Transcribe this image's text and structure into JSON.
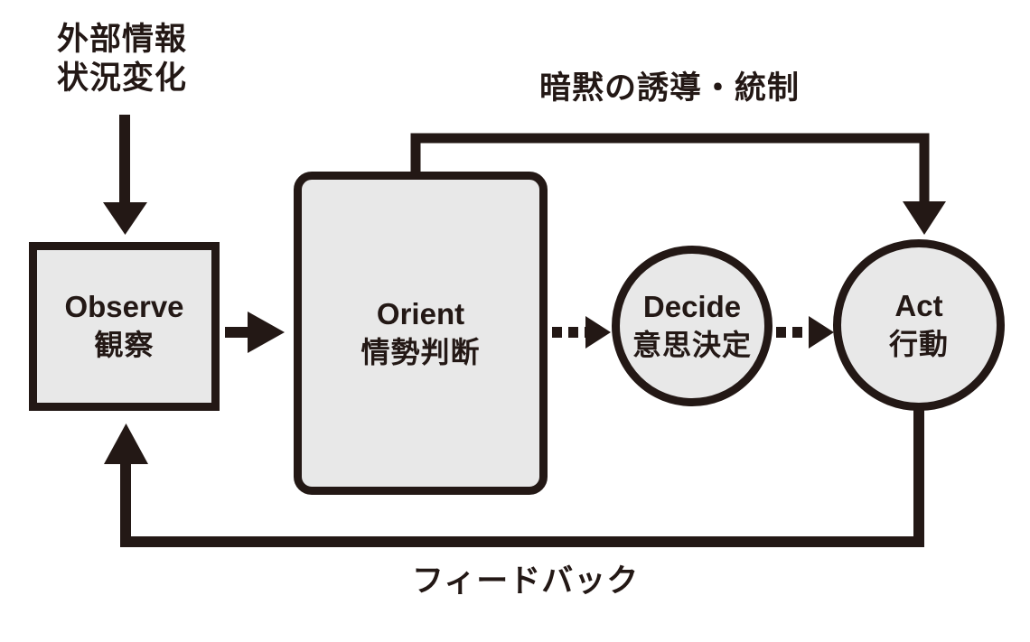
{
  "diagram": {
    "type": "flow-diagram",
    "colors": {
      "line": "#231815",
      "fill": "#e8e8e8",
      "background": "#ffffff"
    },
    "external_note": {
      "line1": "外部情報",
      "line2": "状況変化"
    },
    "nodes": {
      "observe": {
        "en": "Observe",
        "ja": "観察",
        "shape": "square"
      },
      "orient": {
        "en": "Orient",
        "ja": "情勢判断",
        "shape": "rounded-rectangle"
      },
      "decide": {
        "en": "Decide",
        "ja": "意思決定",
        "shape": "circle"
      },
      "act": {
        "en": "Act",
        "ja": "行動",
        "shape": "circle"
      }
    },
    "edge_labels": {
      "implicit_guidance": "暗黙の誘導・統制",
      "feedback": "フィードバック"
    },
    "connections": [
      {
        "from": "external-information",
        "to": "observe",
        "style": "solid-arrow"
      },
      {
        "from": "observe",
        "to": "orient",
        "style": "solid-arrow"
      },
      {
        "from": "orient",
        "to": "decide",
        "style": "dotted-arrow"
      },
      {
        "from": "decide",
        "to": "act",
        "style": "dotted-arrow"
      },
      {
        "from": "orient",
        "to": "act",
        "style": "elbow-arrow",
        "label_key": "implicit_guidance"
      },
      {
        "from": "act",
        "to": "observe",
        "style": "elbow-arrow",
        "label_key": "feedback"
      }
    ]
  }
}
